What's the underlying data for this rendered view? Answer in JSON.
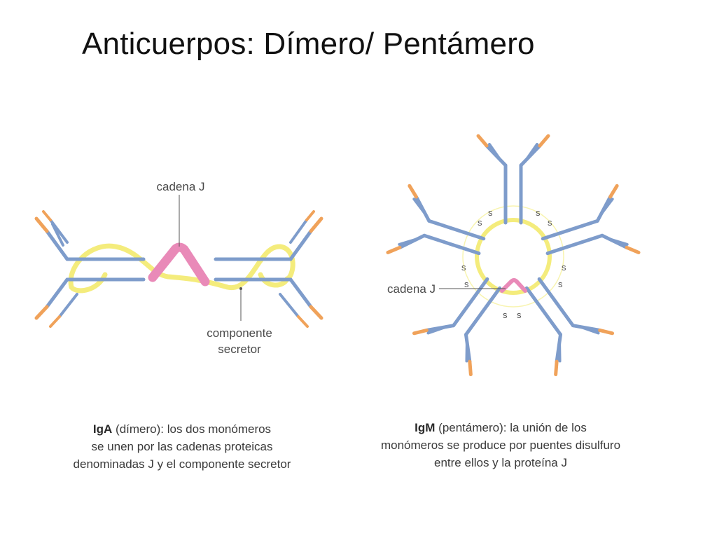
{
  "title": "Anticuerpos: Dímero/ Pentámero",
  "iga": {
    "label_j_chain": "cadena J",
    "label_secretory_1": "componente",
    "label_secretory_2": "secretor",
    "caption_bold": "IgA",
    "caption_lines": [
      " (dímero): los dos monómeros",
      "se unen por las cadenas proteicas",
      "denominadas J y el componente secretor"
    ]
  },
  "igm": {
    "label_j_chain": "cadena J",
    "disulfide_label": "s",
    "caption_bold": "IgM",
    "caption_lines": [
      " (pentámero): la unión de los",
      "monómeros se produce por puentes disulfuro",
      "entre ellos y la proteína J"
    ]
  },
  "colors": {
    "heavy_chain": "#7e9ccb",
    "variable_tip": "#f0a25a",
    "secretory_component": "#f4ec7c",
    "j_chain": "#e98ab8"
  }
}
